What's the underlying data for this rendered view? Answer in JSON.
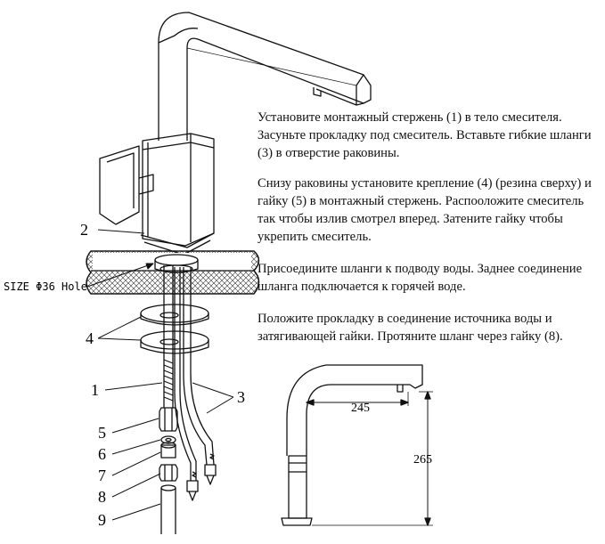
{
  "instructions": [
    "Установите монтажный стержень (1) в тело смесителя. Засуньте прокладку под смеситель. Вставьте гибкие шланги (3) в отверстие раковины.",
    "Снизу раковины установите крепление (4) (резина сверху) и гайку (5) в монтажный стержень. Распооложите смеситель так чтобы излив смотрел вперед. Затените гайку чтобы укрепить смеситель.",
    "Присоедините шланги к подводу воды. Заднее соединение шланга подключается к горячей воде.",
    "Положите прокладку в соединение источника воды и затягивающей гайки. Протяните шланг через гайку (8)."
  ],
  "hole_label": "SIZE Φ36 Hole",
  "callouts": {
    "c1": "1",
    "c2": "2",
    "c3": "3",
    "c4": "4",
    "c5": "5",
    "c6": "6",
    "c7": "7",
    "c8": "8",
    "c9": "9"
  },
  "dimensions": {
    "width": "245",
    "height": "265"
  }
}
